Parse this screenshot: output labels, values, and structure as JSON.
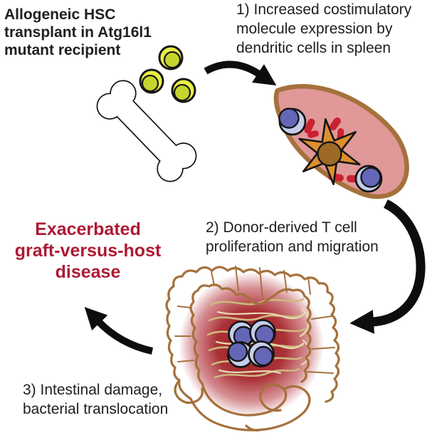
{
  "figure": {
    "title": "Allogeneic HSC\ntransplant in Atg16l1\nmutant recipient",
    "outcome": "Exacerbated\ngraft-versus-host\ndisease",
    "steps": [
      "1) Increased costimulatory\nmolecule expression by\ndendritic cells in spleen",
      "2) Donor-derived T cell\nproliferation and migration",
      "3) Intestinal damage,\nbacterial translocation"
    ],
    "icons": [
      "bone-icon",
      "donor-hsc-cells-icon",
      "cycle-arrow-1",
      "spleen-icon",
      "dendritic-cell-icon",
      "t-cell-icon",
      "costimulatory-rod-icon",
      "cycle-arrow-2",
      "intestine-icon",
      "inflammation-glow",
      "t-cell-cluster-icon",
      "cycle-arrow-3"
    ]
  },
  "colors": {
    "text": "#202020",
    "outcome_red": "#ae1a33",
    "arrow_black": "#0d0d0d",
    "outline_black": "#151515",
    "hsc_yellow": "#e9ee45",
    "hsc_yellow_dark": "#c7d42f",
    "organ_outline": "#a5713c",
    "spleen_pink": "#e09898",
    "dendritic_orange": "#dd8f2e",
    "dendritic_nucleus": "#9c6a26",
    "rod_red": "#cc2133",
    "tcell_light": "#c5cdeb",
    "tcell_purple": "#6467b8",
    "inflammation_red": "#9b1a20",
    "intestine_tan": "#cdb97e",
    "intestine_tan_light": "#e6dab0"
  }
}
